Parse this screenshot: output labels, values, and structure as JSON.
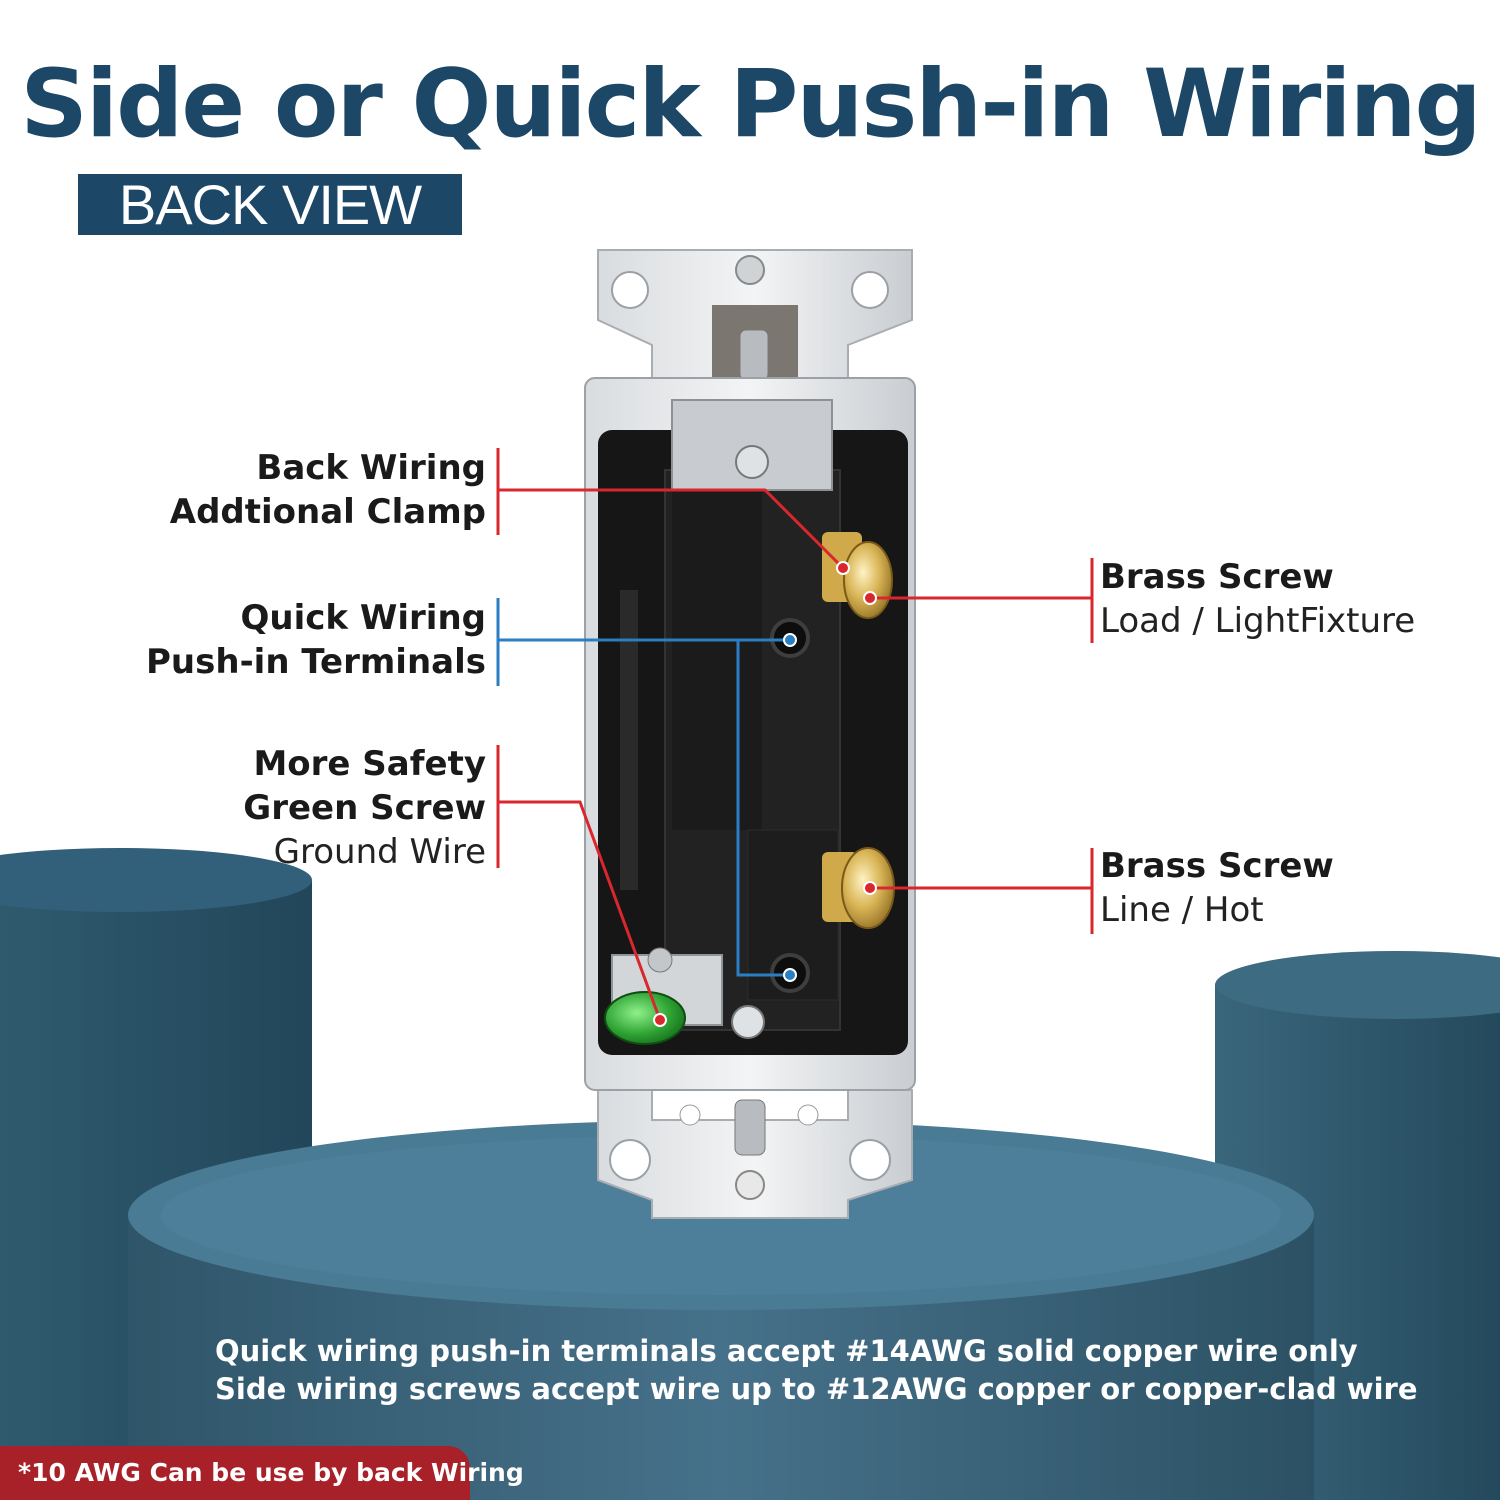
{
  "header": {
    "title": "Side or Quick Push-in Wiring",
    "badge": "BACK VIEW"
  },
  "callouts": {
    "back_wiring": {
      "line1": "Back Wiring",
      "line2": "Addtional Clamp"
    },
    "quick_wiring": {
      "line1": "Quick Wiring",
      "line2": "Push-in Terminals"
    },
    "green_screw": {
      "line1": "More Safety",
      "line2": "Green Screw",
      "line3": "Ground Wire"
    },
    "brass_load": {
      "title": "Brass Screw",
      "sub": "Load / LightFixture"
    },
    "brass_line": {
      "title": "Brass Screw",
      "sub": "Line / Hot"
    }
  },
  "notes": {
    "line1": "Quick wiring push-in terminals accept #14AWG solid copper wire only",
    "line2": "Side wiring screws accept wire up to #12AWG copper or copper-clad wire"
  },
  "footer": {
    "tag": "*10 AWG Can be use by back Wiring"
  },
  "colors": {
    "brand_blue": "#1c4766",
    "pedestal": "#3d6478",
    "pointer_red": "#d9272e",
    "pointer_blue": "#2a7fc4",
    "tag_red": "#a82028"
  }
}
